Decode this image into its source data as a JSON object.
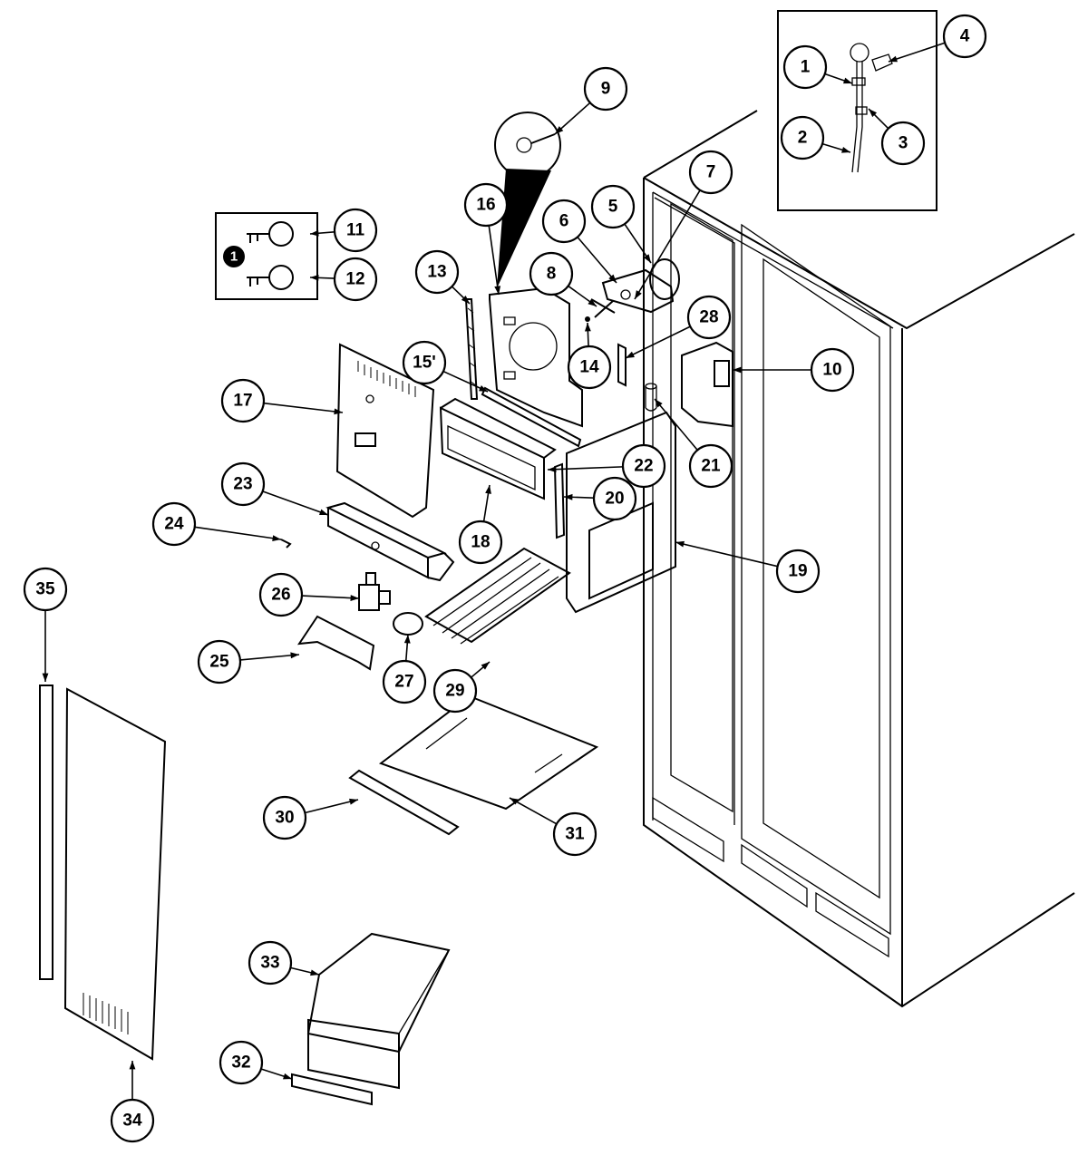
{
  "callouts": [
    {
      "label": "1"
    },
    {
      "label": "2"
    },
    {
      "label": "3"
    },
    {
      "label": "4"
    },
    {
      "label": "5"
    },
    {
      "label": "6"
    },
    {
      "label": "7"
    },
    {
      "label": "8"
    },
    {
      "label": "9"
    },
    {
      "label": "10"
    },
    {
      "label": "11"
    },
    {
      "label": "12"
    },
    {
      "label": "13"
    },
    {
      "label": "14"
    },
    {
      "label": "15'"
    },
    {
      "label": "16"
    },
    {
      "label": "17"
    },
    {
      "label": "18"
    },
    {
      "label": "19"
    },
    {
      "label": "20"
    },
    {
      "label": "21"
    },
    {
      "label": "22"
    },
    {
      "label": "23"
    },
    {
      "label": "24"
    },
    {
      "label": "25"
    },
    {
      "label": "26"
    },
    {
      "label": "27"
    },
    {
      "label": "28"
    },
    {
      "label": "29"
    },
    {
      "label": "30"
    },
    {
      "label": "31"
    },
    {
      "label": "32"
    },
    {
      "label": "33"
    },
    {
      "label": "34"
    },
    {
      "label": "35"
    }
  ],
  "key_box": {
    "marker": "1"
  }
}
